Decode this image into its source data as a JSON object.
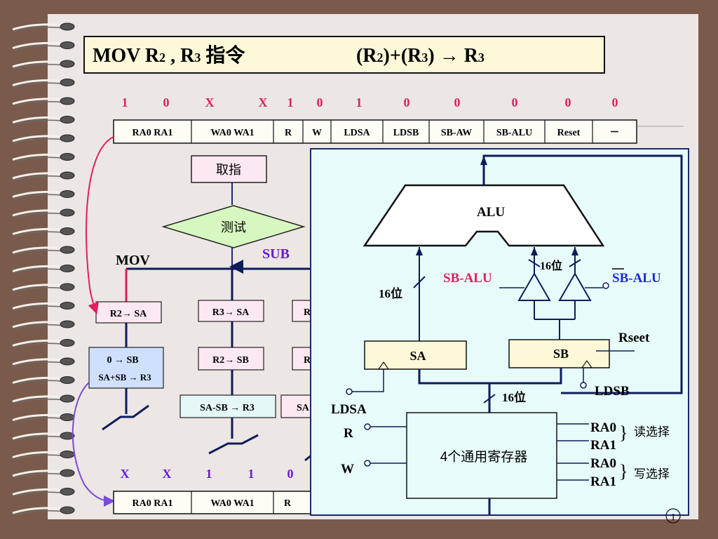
{
  "title": {
    "part1": "MOV   R",
    "sub1": "2",
    "part2": " , R",
    "sub2": "3",
    "part3": "  指令",
    "expr": "(R",
    "esub1": "2",
    "expr2": ")+(R",
    "esub2": "3",
    "expr3": ") → R",
    "esub3": "3"
  },
  "top_bits": [
    "1",
    "0",
    "X",
    "X",
    "1",
    "0",
    "1",
    "0",
    "0",
    "0",
    "0",
    "0"
  ],
  "bottom_bits": [
    "X",
    "X",
    "1",
    "1",
    "0"
  ],
  "control_fields": [
    "RA0  RA1",
    "WA0  WA1",
    "R",
    "W",
    "LDSA",
    "LDSB",
    "SB-AW",
    "SB-ALU",
    "Reset",
    "－"
  ],
  "bottom_fields": [
    "RA0  RA1",
    "WA0  WA1",
    "R"
  ],
  "flow": {
    "fetch": "取指",
    "test": "测试",
    "mov": "MOV",
    "sub": "SUB",
    "col1_box1": "R2→ SA",
    "col1_box2_line1": "0   → SB",
    "col1_box2_line2": "SA+SB  → R3",
    "col2_box1": "R3→ SA",
    "col2_box2": "R2→ SB",
    "col2_box3": "SA-SB → R3",
    "partial1": "R",
    "partial2": "R",
    "partial3": "SA"
  },
  "datapath": {
    "alu": "ALU",
    "sb_alu": "SB-ALU",
    "sb_alu_bar": "SB-ALU",
    "bits16_a": "16位",
    "bits16_b": "16位",
    "bits16_c": "16位",
    "sa": "SA",
    "sb": "SB",
    "rseet": "Rseet",
    "ldsb": "LDSB",
    "ldsa": "LDSA",
    "r": "R",
    "w": "W",
    "regfile": "4个通用寄存器",
    "ra0_read": "RA0",
    "ra1_read": "RA1",
    "ra0_write": "RA0",
    "ra1_write": "RA1",
    "read_select": "读选择",
    "write_select": "写选择"
  },
  "page_number": "1"
}
